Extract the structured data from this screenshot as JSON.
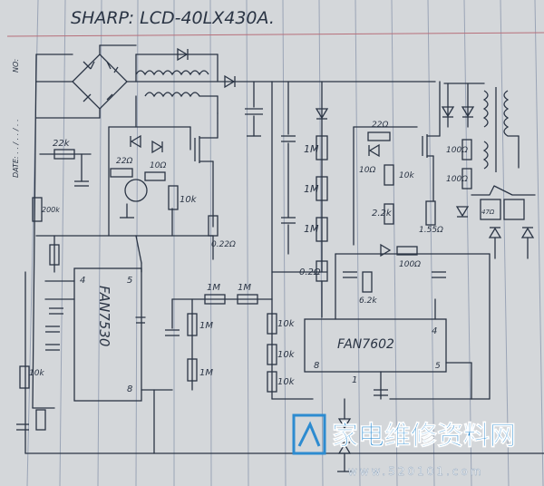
{
  "title": "SHARP: LCD-40LX430A.",
  "margin": {
    "date": "DATE: . . / . . / . .",
    "no": "NO:"
  },
  "labels": {
    "r_22k": "22k",
    "r_200k": "200k",
    "r_22a": "22Ω",
    "r_10a": "10Ω",
    "r_10k_a": "10k",
    "r_022": "0.22Ω",
    "ic1_name": "FAN7530",
    "ic1_pin4": "4",
    "ic1_pin5": "5",
    "ic1_pin8": "8",
    "r_10k_b": "10k",
    "r_1m_h1": "1M",
    "r_1m_h2": "1M",
    "r_1m_v1": "1M",
    "r_1m_v2": "1M",
    "r_10k_c1": "10k",
    "r_10k_c2": "10k",
    "r_10k_c3": "10k",
    "r_1m_s1": "1M",
    "r_1m_s2": "1M",
    "r_1m_s3": "1M",
    "r_0_2": "0.2Ω",
    "r_22b": "22Ω",
    "r_10b": "10Ω",
    "r_10k_d": "10k",
    "r_2k2": "2.2k",
    "r_155": "1.55Ω",
    "r_100a": "100Ω",
    "r_100b": "100Ω",
    "r_100c": "100Ω",
    "r_47": "47Ω",
    "r_6k2": "6.2k",
    "ic2_name": "FAN7602",
    "ic2_pin4": "4",
    "ic2_pin8": "8",
    "ic2_pin1": "1",
    "ic2_pin5": "5"
  },
  "watermark": {
    "text": "家电维修资料网",
    "url": "www.520101.com"
  }
}
